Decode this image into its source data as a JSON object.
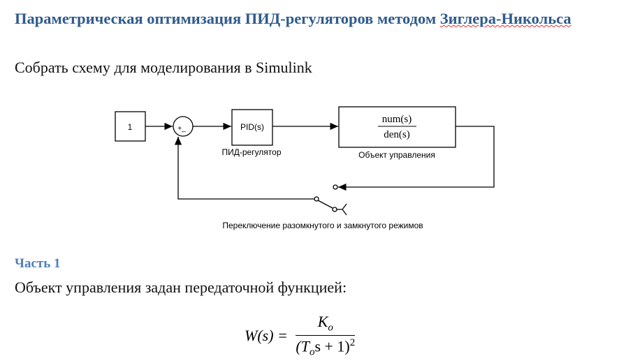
{
  "title": {
    "part1": "Параметрическая оптимизация ПИД-регуляторов методом ",
    "part2": "Зиглера-Никольса"
  },
  "instruction": "Собрать схему для моделирования в Simulink",
  "diagram": {
    "constant": "1",
    "sum_signs": "+_",
    "pid_block": "PID(s)",
    "pid_label": "ПИД-регулятор",
    "plant_num": "num(s)",
    "plant_den": "den(s)",
    "plant_label": "Объект управления",
    "switch_label": "Переключение разомкнутого и замкнутого режимов"
  },
  "part": {
    "heading": "Часть 1",
    "text": "Объект управления задан передаточной функцией:"
  },
  "formula": {
    "lhs": "W(s) =",
    "numerator": "K",
    "num_sub": "o",
    "den_open": "(T",
    "den_sub": "o",
    "den_rest": "s + 1)",
    "den_exp": "2"
  }
}
